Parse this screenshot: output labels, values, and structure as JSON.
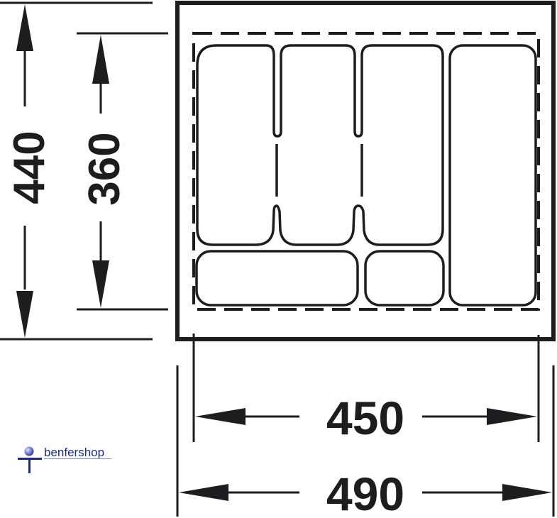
{
  "diagram": {
    "title": "Cutlery insert dimension drawing",
    "colors": {
      "line": "#1d1c1e",
      "background": "#ffffff",
      "logo_blue": "#1e2a7a",
      "logo_sphere": "#6f78c4"
    },
    "dimensions": {
      "outer_height": {
        "label": "440",
        "orientation": "vertical"
      },
      "inner_height": {
        "label": "360",
        "orientation": "vertical"
      },
      "inner_width": {
        "label": "450",
        "orientation": "horizontal"
      },
      "outer_width": {
        "label": "490",
        "orientation": "horizontal"
      }
    },
    "compartments": [
      {
        "id": "top-1",
        "row": "top"
      },
      {
        "id": "top-2",
        "row": "top"
      },
      {
        "id": "top-3",
        "row": "top"
      },
      {
        "id": "right-tall",
        "row": "full"
      },
      {
        "id": "bottom-wide",
        "row": "bottom"
      },
      {
        "id": "bottom-small",
        "row": "bottom"
      }
    ]
  },
  "logo": {
    "text": "benfershop",
    "icon": "sphere-on-t-icon"
  }
}
